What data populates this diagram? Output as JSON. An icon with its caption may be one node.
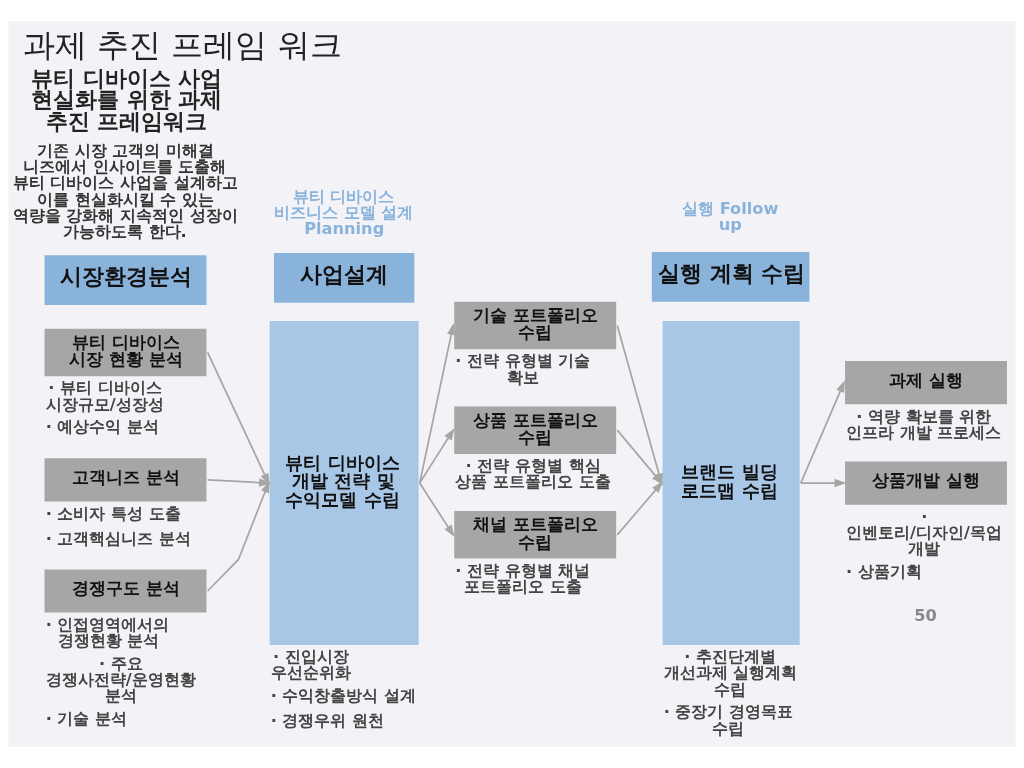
{
  "diagram": {
    "title": "과제 추진 프레임 워크",
    "nodes": [
      {
        "text": [
          "시장환경분석"
        ]
      },
      {
        "text": [
          "사업설계"
        ]
      },
      {
        "text": [
          "실행 계획 수립"
        ]
      },
      {
        "text": [
          "뷰티 디바이스 시장 현황 분석"
        ],
        "beside": [
          "· 뷰티 디바이스 시장규모/성장성",
          "· 예상수익 분석"
        ]
      },
      {
        "text": [
          "고객니즈 분석"
        ],
        "beside": [
          "· 소비자 특성 도출",
          "· 고객핵심니즈 분석"
        ]
      },
      {
        "text": [
          "경쟁구도 분석"
        ],
        "beside": [
          "· 인접영역에서의 경쟁현황 분석",
          "· 주요 경쟁사전략/운영현황 분석",
          "· 기술 분석"
        ]
      },
      {
        "text": [
          "뷰티 디바이스 개발 전략 및 수익모델 수립"
        ],
        "beside": [
          "· 진입시장 우선순위화",
          "· 수익창출방식 설계",
          "· 경쟁우위 원천"
        ]
      },
      {
        "text": [
          "기술 포트폴리오 수립"
        ],
        "beside": [
          "· 전략 유형별 기술 확보"
        ]
      },
      {
        "text": [
          "상품 포트폴리오 수립"
        ],
        "beside": [
          "· 전략 유형별 핵심 상품 포트폴리오 도출"
        ]
      },
      {
        "text": [
          "채널 포트폴리오 수립"
        ],
        "beside": [
          "· 전략 유형별 채널 포트폴리오 도출"
        ]
      },
      {
        "text": [
          "브랜드 빌딩 로드맵 수립"
        ],
        "beside": [
          "· 추진단계별 개선과제 실행계획 수립",
          "· 중장기 경영목표 수립"
        ]
      },
      {
        "text": [
          "과제 실행"
        ],
        "beside": [
          "· 역량 확보를 위한 인프라 개발 프로세스"
        ]
      },
      {
        "text": [
          "상품개발 실행"
        ],
        "beside": [
          "· 인벤토리/디자인/목업 개발",
          "· 상품기획"
        ]
      }
    ],
    "edges": [
      {
        "from": 3,
        "to": 6,
        "arrow": "to"
      },
      {
        "from": 4,
        "to": 6,
        "arrow": "to"
      },
      {
        "from": 5,
        "to": 6,
        "arrow": "to"
      },
      {
        "from": 6,
        "to": 7,
        "arrow": "to"
      },
      {
        "from": 6,
        "to": 8,
        "arrow": "to"
      },
      {
        "from": 6,
        "to": 9,
        "arrow": "to"
      },
      {
        "from": 7,
        "to": 10,
        "arrow": "to"
      },
      {
        "from": 8,
        "to": 10,
        "arrow": "to"
      },
      {
        "from": 9,
        "to": 10,
        "arrow": "to"
      },
      {
        "from": 10,
        "to": 11,
        "arrow": "to"
      },
      {
        "from": 10,
        "to": 12,
        "arrow": "to"
      }
    ],
    "labels": [
      "뷰티 디바이스 사업 현실화를 위한 과제 추진 프레임워크",
      "기존 시장 고객의 미해결 니즈에서 인사이트를 도출해 뷰티 디바이스 사업을 설계하고 이를 현실화시킬 수 있는 역량을 강화해 지속적인 성장이 가능하도록 한다.",
      "뷰티 디바이스 비즈니스 모델 설계 Planning",
      "실행 Follow up",
      "50"
    ]
  }
}
